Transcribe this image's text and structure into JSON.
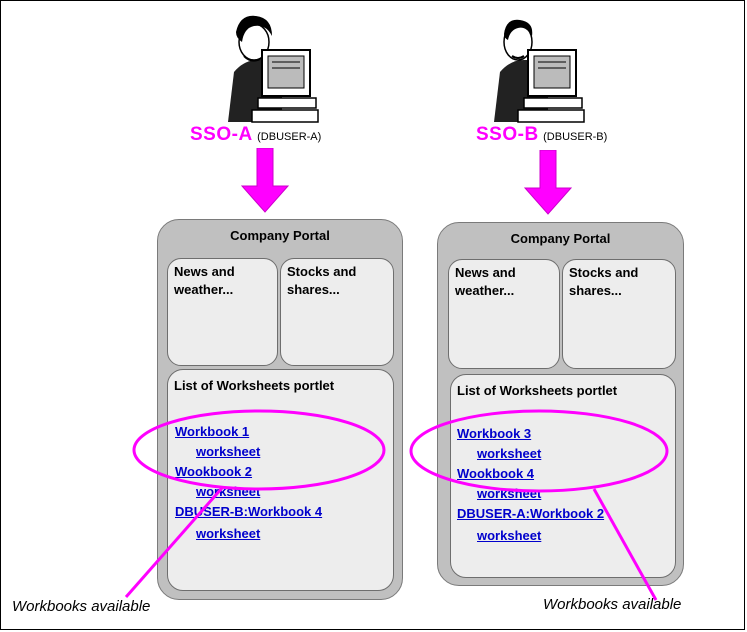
{
  "users": [
    {
      "sso": "SSO-A",
      "db": "(DBUSER-A)"
    },
    {
      "sso": "SSO-B",
      "db": "(DBUSER-B)"
    }
  ],
  "portals": [
    {
      "title": "Company Portal",
      "news": "News and weather...",
      "stocks": "Stocks and shares...",
      "list_title": "List of Worksheets portlet",
      "items": [
        {
          "workbook": "Workbook 1",
          "worksheet": "worksheet"
        },
        {
          "workbook": "Wookbook 2",
          "worksheet": "worksheet"
        },
        {
          "workbook": "DBUSER-B:Workbook 4",
          "worksheet": "worksheet"
        }
      ]
    },
    {
      "title": "Company Portal",
      "news": "News and weather...",
      "stocks": "Stocks and shares...",
      "list_title": "List of Worksheets portlet",
      "items": [
        {
          "workbook": "Workbook 3",
          "worksheet": "worksheet"
        },
        {
          "workbook": "Wookbook 4",
          "worksheet": "worksheet"
        },
        {
          "workbook": "DBUSER-A:Workbook 2",
          "worksheet": "worksheet"
        }
      ]
    }
  ],
  "captions": [
    "Workbooks available",
    "Workbooks available"
  ],
  "colors": {
    "highlight": "#ff00ff",
    "link": "#0000cc",
    "portal": "#c0c0c0",
    "panel": "#ededed"
  }
}
